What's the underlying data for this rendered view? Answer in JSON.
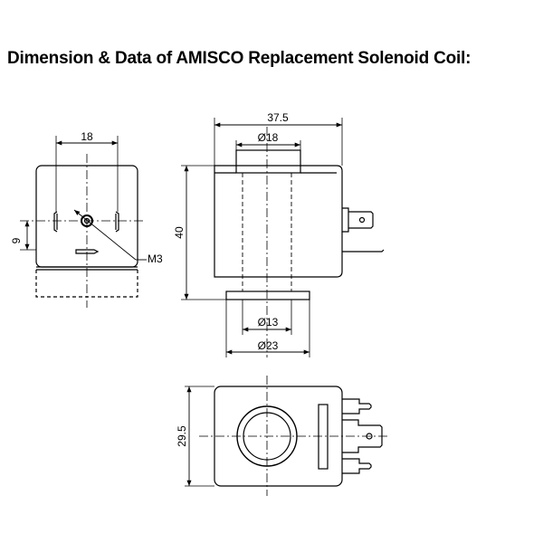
{
  "title": "Dimension & Data of AMISCO Replacement Solenoid Coil:",
  "colors": {
    "line": "#000000",
    "background": "#ffffff"
  },
  "dimensions": {
    "front_terminal_spacing": "18",
    "front_screw_offset": "9",
    "front_screw_thread": "M3",
    "side_overall_width": "37.5",
    "side_top_diameter": "Ø18",
    "side_height": "40",
    "side_bore_diameter": "Ø13",
    "side_bottom_diameter": "Ø23",
    "bottom_height": "29.5"
  }
}
